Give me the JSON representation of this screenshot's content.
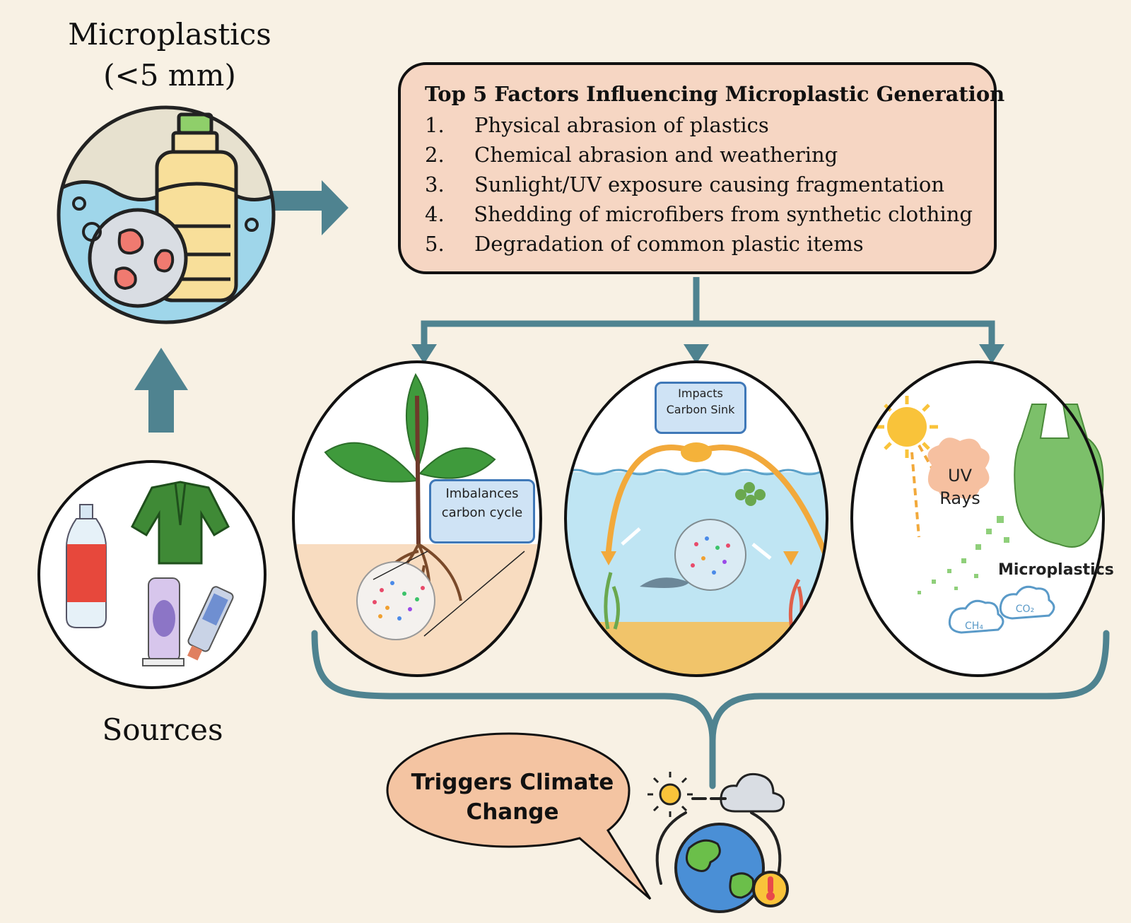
{
  "header": {
    "title_line1": "Microplastics",
    "title_line2": "(<5 mm)"
  },
  "sources": {
    "label": "Sources"
  },
  "factors": {
    "title": "Top 5 Factors Influencing Microplastic Generation",
    "items": [
      {
        "num": "1.",
        "text": "Physical abrasion of plastics"
      },
      {
        "num": "2.",
        "text": "Chemical abrasion and weathering"
      },
      {
        "num": "3.",
        "text": "Sunlight/UV exposure causing fragmentation"
      },
      {
        "num": "4.",
        "text": "Shedding of microfibers from synthetic clothing"
      },
      {
        "num": "5.",
        "text": "Degradation of common plastic items"
      }
    ]
  },
  "impacts": {
    "soil": {
      "tag": "Imbalances carbon cycle"
    },
    "ocean": {
      "tag": "Impacts Carbon Sink"
    },
    "air": {
      "uv_label": "UV Rays",
      "micro_label": "Microplastics",
      "gas1": "CH₄",
      "gas2": "CO₂"
    }
  },
  "outcome": {
    "label": "Triggers Climate Change"
  },
  "colors": {
    "arrow": "#4f8390",
    "background": "#f8f1e4",
    "factor_box": "#f6d6c3",
    "bubble": "#f4c4a2",
    "tag_fill": "#cfe3f5",
    "tag_border": "#3f78b8"
  }
}
